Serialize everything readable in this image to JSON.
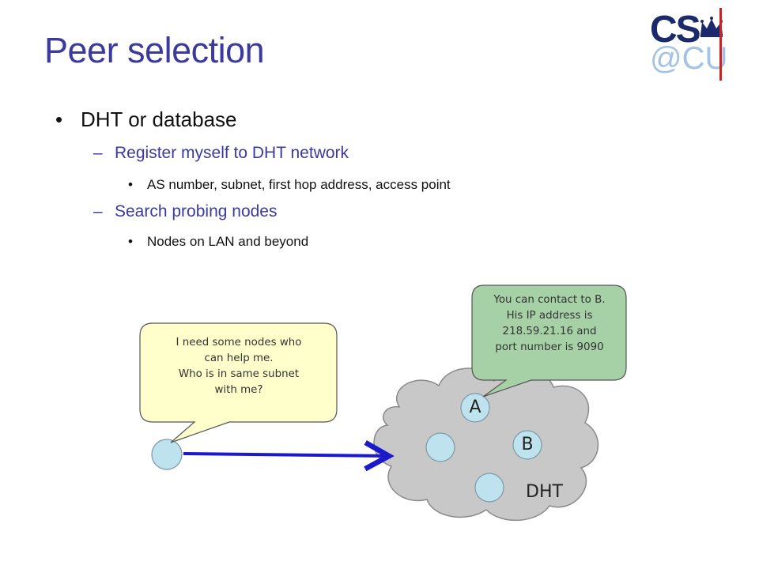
{
  "slide": {
    "title": "Peer selection",
    "logo": {
      "top": "CS",
      "bottom": "@CU",
      "crown": "crown-icon"
    }
  },
  "bullets": {
    "level1": "DHT or database",
    "items": [
      {
        "dash": "–",
        "text": "Register myself to DHT network",
        "sub": "AS number, subnet, first hop address, access point"
      },
      {
        "dash": "–",
        "text": "Search probing nodes",
        "sub": "Nodes on LAN and beyond"
      }
    ],
    "marker": "•"
  },
  "diagram": {
    "left_bubble": [
      "I need some nodes who",
      "can help me.",
      "Who is in same subnet",
      "with me?"
    ],
    "right_bubble": [
      "You can contact to B.",
      "His IP address is",
      "218.59.21.16 and",
      "port number is 9090"
    ],
    "node_a": "A",
    "node_b": "B",
    "cloud_label": "DHT",
    "colors": {
      "yellow_bubble": "#ffffcc",
      "green_bubble": "#a6d1a6",
      "cloud": "#c8c8c8",
      "node": "#bfe3ee",
      "arrow": "#1a1acc"
    }
  }
}
